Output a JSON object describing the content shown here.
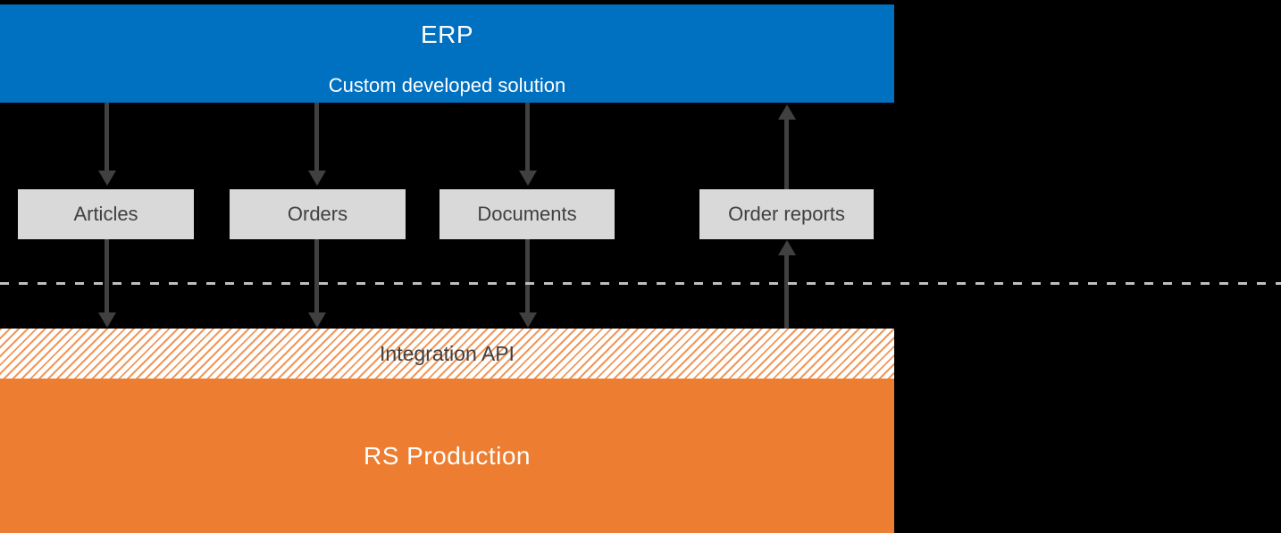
{
  "erp": {
    "title": "ERP",
    "subtitle": "Custom developed solution"
  },
  "flow_boxes": [
    {
      "label": "Articles",
      "flow_direction": "erp-to-rs-production"
    },
    {
      "label": "Orders",
      "flow_direction": "erp-to-rs-production"
    },
    {
      "label": "Documents",
      "flow_direction": "erp-to-rs-production"
    },
    {
      "label": "Order reports",
      "flow_direction": "rs-production-to-erp"
    }
  ],
  "integration_api": {
    "label": "Integration API"
  },
  "rs_production": {
    "label": "RS Production"
  },
  "colors": {
    "erp_blue": "#0070C0",
    "rs_orange": "#ED7D31",
    "flow_box_gray": "#D9D9D9",
    "arrow_gray": "#404040",
    "dashed_line_gray": "#BFBFBF",
    "label_text_gray": "#404040",
    "background_black": "#000000"
  }
}
